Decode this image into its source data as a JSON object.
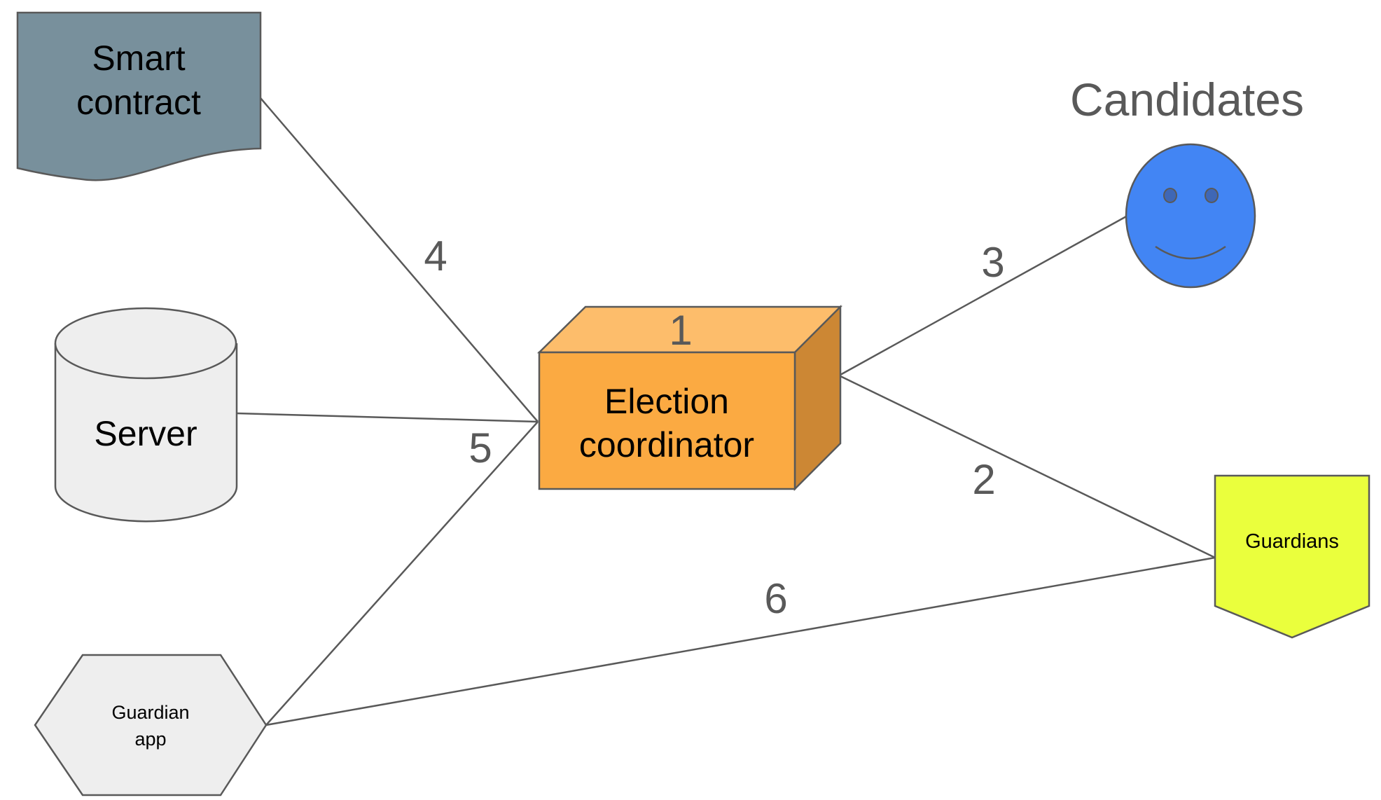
{
  "nodes": {
    "smart_contract": {
      "label_lines": [
        "Smart",
        "contract"
      ],
      "fill": "#78909c"
    },
    "server": {
      "label": "Server",
      "fill": "#eeeeee"
    },
    "guardian_app": {
      "label_lines": [
        "Guardian",
        "app"
      ],
      "fill": "#eeeeee"
    },
    "election_coordinator": {
      "label_lines": [
        "Election",
        "coordinator"
      ],
      "fill": "#fbaa42",
      "top_fill": "#fdbd6b",
      "side_fill": "#cc8734"
    },
    "candidates": {
      "label": "Candidates",
      "fill": "#4285f4"
    },
    "guardians": {
      "label": "Guardians",
      "fill": "#eaff3d"
    }
  },
  "edges": [
    {
      "from": "election_coordinator",
      "to": "self",
      "label": "1"
    },
    {
      "from": "election_coordinator",
      "to": "guardians",
      "label": "2"
    },
    {
      "from": "election_coordinator",
      "to": "candidates",
      "label": "3"
    },
    {
      "from": "smart_contract",
      "to": "election_coordinator",
      "label": "4"
    },
    {
      "from": "guardian_app",
      "to": "election_coordinator",
      "label": "5"
    },
    {
      "from": "guardian_app",
      "to": "guardians",
      "label": "6"
    },
    {
      "from": "server",
      "to": "election_coordinator",
      "label": ""
    }
  ],
  "colors": {
    "stroke": "#595959",
    "edge": "#595959"
  }
}
